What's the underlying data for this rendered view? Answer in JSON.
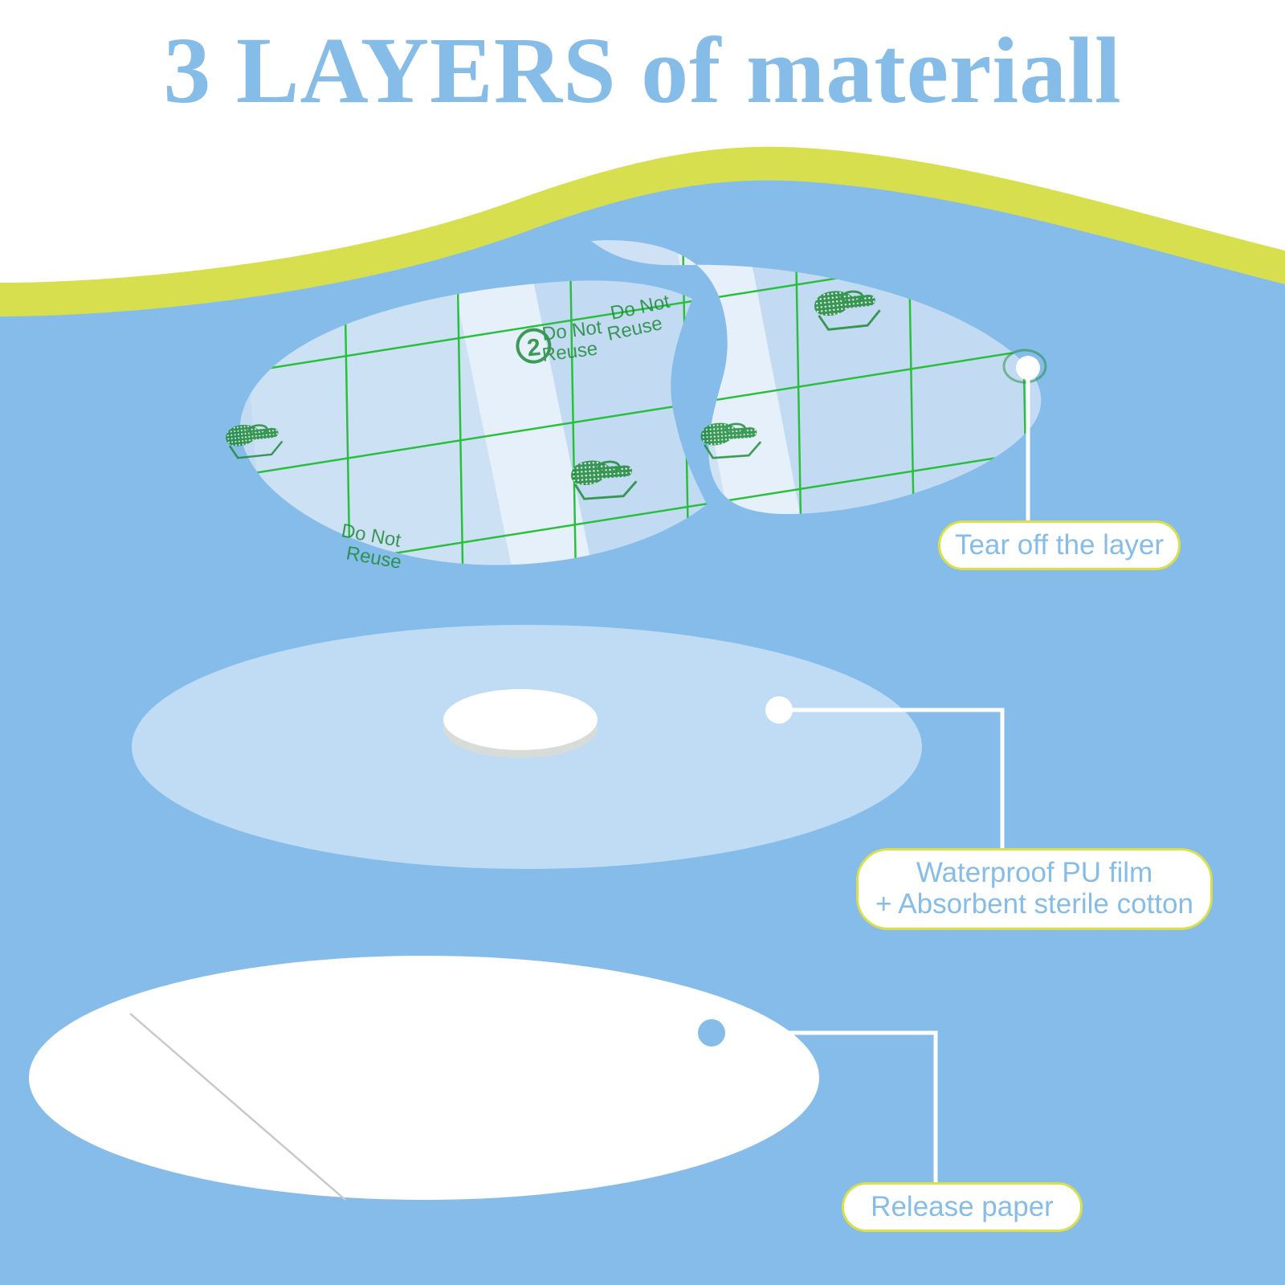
{
  "page": {
    "title": "3 LAYERS of materiall",
    "background_color": "#ffffff",
    "panel_color": "#85bcea",
    "wave_band_color": "#d7df4e",
    "title_color": "#85bce8"
  },
  "callouts": {
    "tear": {
      "label": "Tear off the layer",
      "border_color": "#d9e04c",
      "text_color": "#85bce8",
      "marker_color": "#ffffff"
    },
    "pu_film": {
      "line1": "Waterproof PU film",
      "line2": "+ Absorbent sterile cotton",
      "border_color": "#d9e04c",
      "text_color": "#85bce8",
      "marker_color": "#ffffff"
    },
    "release_paper": {
      "label": "Release paper",
      "border_color": "#d9e04c",
      "text_color": "#85bce8",
      "marker_color": "#85bce8"
    }
  },
  "layers": {
    "top_film": {
      "name": "Tear off the layer",
      "printed_text_1": "Do Not Reuse",
      "printed_text_2": "Do Not Reuse",
      "printed_text_3": "Do Not Reuse",
      "printed_step_number": "2",
      "grid_color": "#1fbd32",
      "ink_color": "#1e8a38",
      "film_tint": "#c6dcf2",
      "film_highlight": "#e9f2fb"
    },
    "middle_film": {
      "name": "Waterproof PU film + Absorbent sterile cotton",
      "film_color": "#bfdcf4",
      "cotton_pad_color": "#ffffff"
    },
    "release_paper": {
      "name": "Release paper",
      "paper_color": "#ffffff",
      "split_line_color": "#c9c9c9"
    }
  }
}
